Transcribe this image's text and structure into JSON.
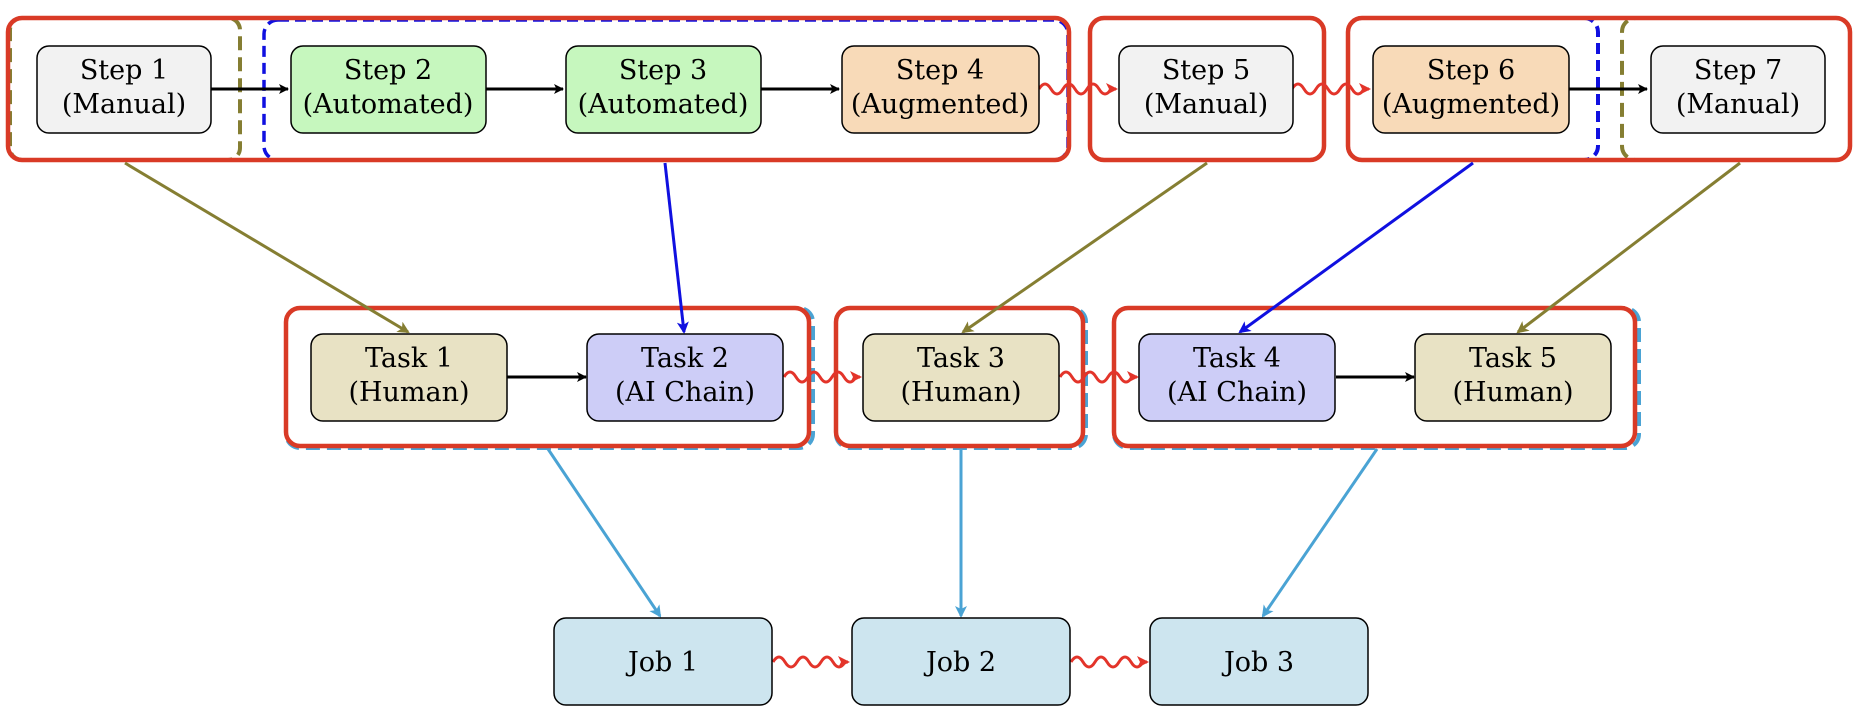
{
  "steps": [
    {
      "line1": "Step 1",
      "line2": "(Manual)"
    },
    {
      "line1": "Step 2",
      "line2": "(Automated)"
    },
    {
      "line1": "Step 3",
      "line2": "(Automated)"
    },
    {
      "line1": "Step 4",
      "line2": "(Augmented)"
    },
    {
      "line1": "Step 5",
      "line2": "(Manual)"
    },
    {
      "line1": "Step 6",
      "line2": "(Augmented)"
    },
    {
      "line1": "Step 7",
      "line2": "(Manual)"
    }
  ],
  "tasks": [
    {
      "line1": "Task 1",
      "line2": "(Human)"
    },
    {
      "line1": "Task 2",
      "line2": "(AI Chain)"
    },
    {
      "line1": "Task 3",
      "line2": "(Human)"
    },
    {
      "line1": "Task 4",
      "line2": "(AI Chain)"
    },
    {
      "line1": "Task 5",
      "line2": "(Human)"
    }
  ],
  "jobs": [
    {
      "label": "Job 1"
    },
    {
      "label": "Job 2"
    },
    {
      "label": "Job 3"
    }
  ],
  "colors": {
    "manual_fill": "#f2f2f2",
    "automated_fill": "#c6f7be",
    "augmented_fill": "#f8dab8",
    "human_fill": "#e8e2c4",
    "ai_chain_fill": "#cdcdf7",
    "job_fill": "#cde5ef",
    "group_red": "#d93a26",
    "group_olive": "#857e32",
    "group_blue": "#1010e0",
    "group_lightblue": "#4aa3d4",
    "arrow_black": "#000000",
    "wavy_red": "#e3342a"
  }
}
